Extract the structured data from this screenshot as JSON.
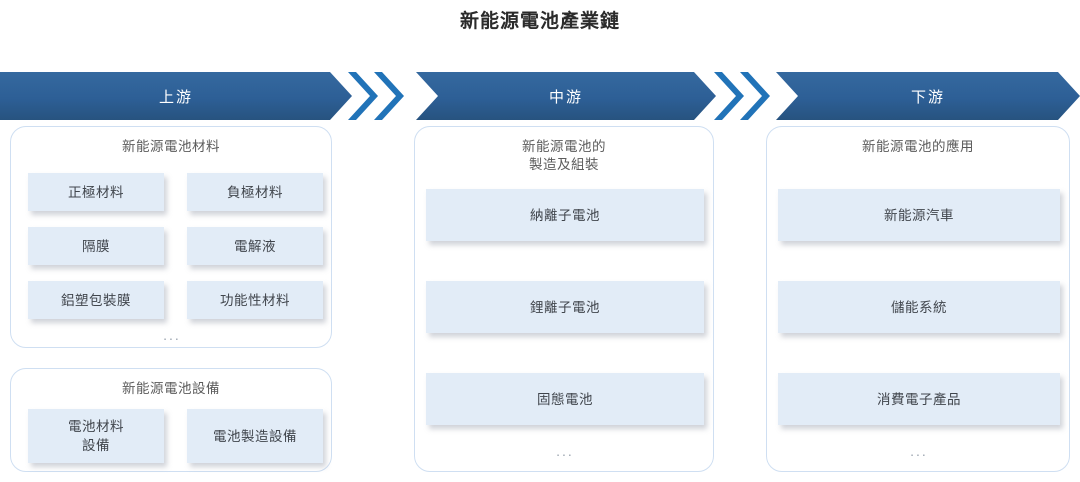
{
  "title": "新能源電池產業鏈",
  "stages": [
    {
      "id": "upstream",
      "label": "上游"
    },
    {
      "id": "midstream",
      "label": "中游"
    },
    {
      "id": "downstream",
      "label": "下游"
    }
  ],
  "colors": {
    "banner_blue": "#2d5f96",
    "connector_blue": "#2173b8",
    "box_fill": "#e2ecf7",
    "panel_border": "#cfdff2",
    "title_text": "#2b2b2b",
    "panel_title_text": "#5b5b5b",
    "box_text": "#40454c"
  },
  "panels": {
    "materials": {
      "title": "新能源電池材料",
      "items": [
        "正極材料",
        "負極材料",
        "隔膜",
        "電解液",
        "鋁塑包裝膜",
        "功能性材料"
      ],
      "ellipsis": "..."
    },
    "equipment": {
      "title": "新能源電池設備",
      "items": [
        "電池材料\n設備",
        "電池製造設備"
      ]
    },
    "midstream": {
      "title": "新能源電池的\n製造及組裝",
      "items": [
        "納離子電池",
        "鋰離子電池",
        "固態電池"
      ],
      "ellipsis": "..."
    },
    "downstream": {
      "title": "新能源電池的應用",
      "items": [
        "新能源汽車",
        "儲能系統",
        "消費電子產品"
      ],
      "ellipsis": "..."
    }
  }
}
